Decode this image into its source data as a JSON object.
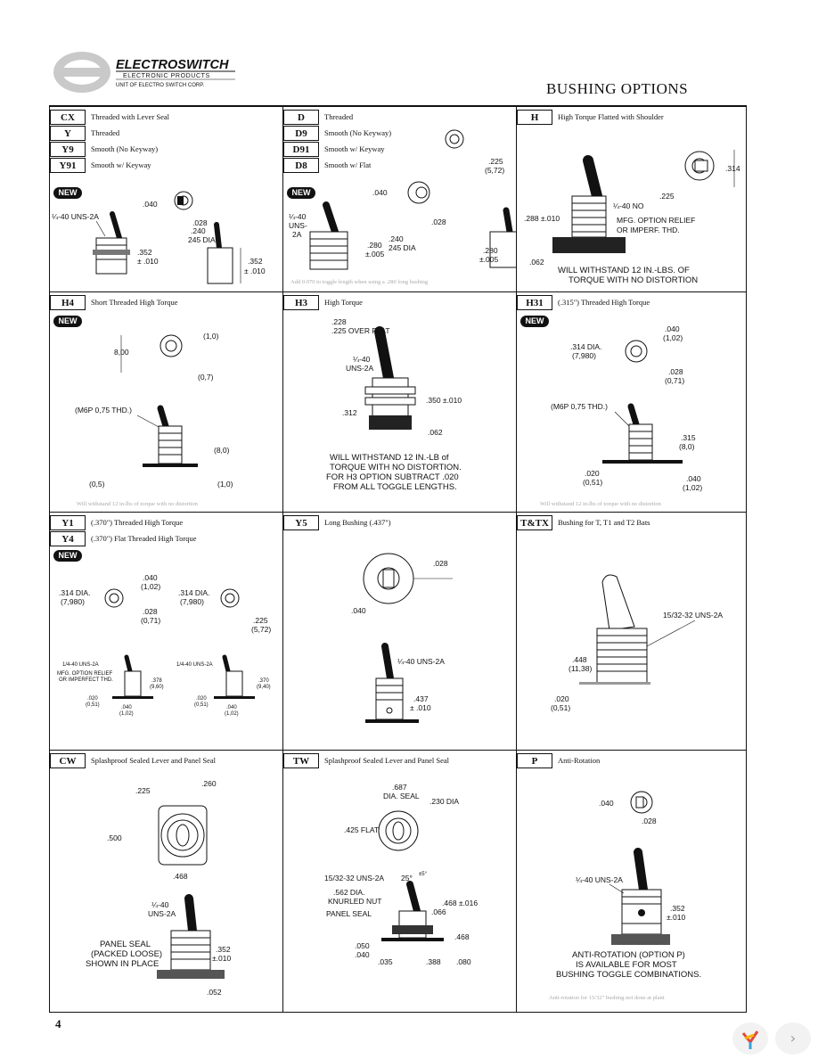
{
  "header": {
    "brand_name": "ELECTROSWITCH",
    "brand_sub": "ELECTRONIC PRODUCTS",
    "brand_unit": "UNIT OF ELECTRO SWITCH CORP.",
    "page_title": "BUSHING OPTIONS"
  },
  "badge": "NEW",
  "cells": {
    "cx": {
      "rows": [
        {
          "code": "CX",
          "desc": "Threaded with Lever Seal"
        },
        {
          "code": "Y",
          "desc": "Threaded"
        },
        {
          "code": "Y9",
          "desc": "Smooth (No Keyway)"
        },
        {
          "code": "Y91",
          "desc": "Smooth w/ Keyway"
        }
      ],
      "dims": [
        ".040",
        ".028",
        "¼-40 UNS-2A",
        ".352",
        "± .010",
        ".240",
        "245 DIA",
        ".352",
        "± .010"
      ]
    },
    "d": {
      "rows": [
        {
          "code": "D",
          "desc": "Threaded"
        },
        {
          "code": "D9",
          "desc": "Smooth (No Keyway)"
        },
        {
          "code": "D91",
          "desc": "Smooth w/ Keyway"
        },
        {
          "code": "D8",
          "desc": "Smooth w/ Flat"
        }
      ],
      "dims": [
        ".225",
        "(5,72)",
        ".040",
        "¼-40",
        "UNS-",
        "2A",
        ".028",
        ".280",
        "±.005",
        ".240",
        "245 DIA",
        ".280",
        "±.005"
      ],
      "note": "Add 0.070 to toggle length when using a .280 long bushing"
    },
    "h": {
      "rows": [
        {
          "code": "H",
          "desc": "High Torque Flatted with Shoulder"
        }
      ],
      "dims": [
        ".314",
        ".225",
        "¼-40 NO",
        ".288 ±.010",
        "MFG. OPTION RELIEF",
        "OR IMPERF. THD.",
        ".062"
      ],
      "caption": [
        "WILL WITHSTAND 12 IN.-LBS. OF",
        "TORQUE WITH NO DISTORTION"
      ]
    },
    "h4": {
      "rows": [
        {
          "code": "H4",
          "desc": "Short Threaded High Torque"
        }
      ],
      "dims": [
        "(1,0)",
        "8,00",
        "(0,7)",
        "(M6P 0,75 THD.)",
        "(8,0)",
        "(0,5)",
        "(1,0)"
      ],
      "note": "Will withstand 12 in-lbs of torque with no distortion"
    },
    "h3": {
      "rows": [
        {
          "code": "H3",
          "desc": "High Torque"
        }
      ],
      "dims": [
        ".228",
        ".225 OVER FLAT",
        "¼-40",
        "UNS-2A",
        ".350 ±.010",
        ".312",
        ".062"
      ],
      "caption": [
        "WILL WITHSTAND 12 IN.-LB of",
        "TORQUE WITH NO DISTORTION.",
        "FOR H3 OPTION SUBTRACT .020",
        "FROM ALL TOGGLE LENGTHS."
      ]
    },
    "h31": {
      "rows": [
        {
          "code": "H31",
          "desc": "(.315\") Threaded High Torque"
        }
      ],
      "dims": [
        ".040",
        "(1,02)",
        ".314 DIA.",
        "(7,980)",
        ".028",
        "(0,71)",
        "(M6P 0,75 THD.)",
        ".315",
        "(8,0)",
        ".020",
        "(0,51)",
        ".040",
        "(1,02)"
      ],
      "note": "Will withstand 12 in-lbs of torque with no distortion"
    },
    "y1": {
      "rows": [
        {
          "code": "Y1",
          "desc": "(.370\") Threaded High Torque"
        },
        {
          "code": "Y4",
          "desc": "(.370\") Flat Threaded High Torque"
        }
      ],
      "dims": [
        ".040",
        "(1,02)",
        ".314 DIA.",
        "(7,980)",
        ".028",
        "(0,71)",
        ".314 DIA.",
        "(7,980)",
        ".225",
        "(5,72)",
        "1/4-40 UNS-2A",
        "MFG. OPTION RELIEF",
        "OR IMPERFECT THD.",
        ".378",
        "(9,60)",
        ".020",
        "(0,51)",
        ".040",
        "(1,02)",
        "1/4-40 UNS-2A",
        ".370",
        "(9,40)",
        ".020",
        "(0,51)",
        ".040",
        "(1,02)"
      ]
    },
    "y5": {
      "rows": [
        {
          "code": "Y5",
          "desc": "Long Bushing (.437\")"
        }
      ],
      "dims": [
        ".028",
        ".040",
        "¼-40 UNS-2A",
        ".437",
        "± .010"
      ]
    },
    "tt": {
      "rows": [
        {
          "code": "T&TX",
          "desc": "Bushing for T, T1 and T2 Bats"
        }
      ],
      "dims": [
        "15/32-32 UNS-2A",
        ".448",
        "(11,38)",
        ".020",
        "(0,51)"
      ]
    },
    "cw": {
      "rows": [
        {
          "code": "CW",
          "desc": "Splashproof Sealed Lever and Panel Seal"
        }
      ],
      "dims": [
        ".225",
        ".260",
        ".500",
        ".468",
        "¼-40",
        "UNS-2A",
        ".352",
        "±.010",
        ".052"
      ],
      "caption": [
        "PANEL SEAL",
        "(PACKED LOOSE)",
        "SHOWN IN PLACE"
      ]
    },
    "tw": {
      "rows": [
        {
          "code": "TW",
          "desc": "Splashproof Sealed Lever and Panel Seal"
        }
      ],
      "dims": [
        ".687",
        "DIA. SEAL",
        ".230 DIA",
        ".425 FLAT",
        "15/32-32 UNS-2A",
        "25°",
        "±5°",
        ".562 DIA.",
        "KNURLED NUT",
        ".468 ±.016",
        "PANEL SEAL",
        ".066",
        ".468",
        ".050",
        ".040",
        ".035",
        ".388",
        ".080"
      ]
    },
    "p": {
      "rows": [
        {
          "code": "P",
          "desc": "Anti-Rotation"
        }
      ],
      "dims": [
        ".040",
        ".028",
        "¼-40 UNS-2A",
        ".352",
        "±.010"
      ],
      "caption": [
        "ANTI-ROTATION (OPTION P)",
        "IS AVAILABLE FOR MOST",
        "BUSHING TOGGLE COMBINATIONS."
      ],
      "note": "Anti-rotation for 15/32\" bushing not done at plant"
    }
  },
  "footer": {
    "page_number": "4",
    "next_label": "›"
  }
}
